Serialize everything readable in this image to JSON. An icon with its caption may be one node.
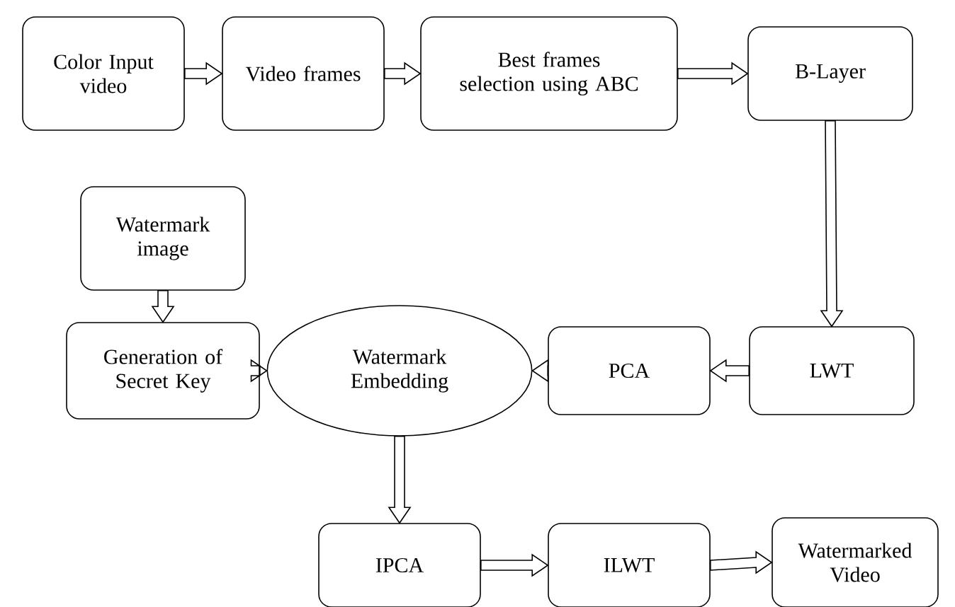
{
  "diagram": {
    "nodes": [
      {
        "text": [
          "Color Input video"
        ]
      },
      {
        "text": [
          "Video frames"
        ]
      },
      {
        "text": [
          "Best frames selection using ABC"
        ]
      },
      {
        "text": [
          "B-Layer"
        ]
      },
      {
        "text": [
          "Watermark image"
        ]
      },
      {
        "text": [
          "Generation of Secret Key"
        ]
      },
      {
        "text": [
          "Watermark Embedding"
        ]
      },
      {
        "text": [
          "PCA"
        ]
      },
      {
        "text": [
          "LWT"
        ]
      },
      {
        "text": [
          "IPCA"
        ]
      },
      {
        "text": [
          "ILWT"
        ]
      },
      {
        "text": [
          "Watermarked Video"
        ]
      }
    ],
    "edges": [
      {
        "from": 0,
        "to": 1,
        "arrow": "to"
      },
      {
        "from": 1,
        "to": 2,
        "arrow": "to"
      },
      {
        "from": 2,
        "to": 3,
        "arrow": "to"
      },
      {
        "from": 3,
        "to": 8,
        "arrow": "to"
      },
      {
        "from": 4,
        "to": 5,
        "arrow": "to"
      },
      {
        "from": 5,
        "to": 6,
        "arrow": "to"
      },
      {
        "from": 8,
        "to": 7,
        "arrow": "to"
      },
      {
        "from": 7,
        "to": 6,
        "arrow": "to"
      },
      {
        "from": 6,
        "to": 9,
        "arrow": "to"
      },
      {
        "from": 9,
        "to": 10,
        "arrow": "to"
      },
      {
        "from": 10,
        "to": 11,
        "arrow": "to"
      }
    ]
  }
}
